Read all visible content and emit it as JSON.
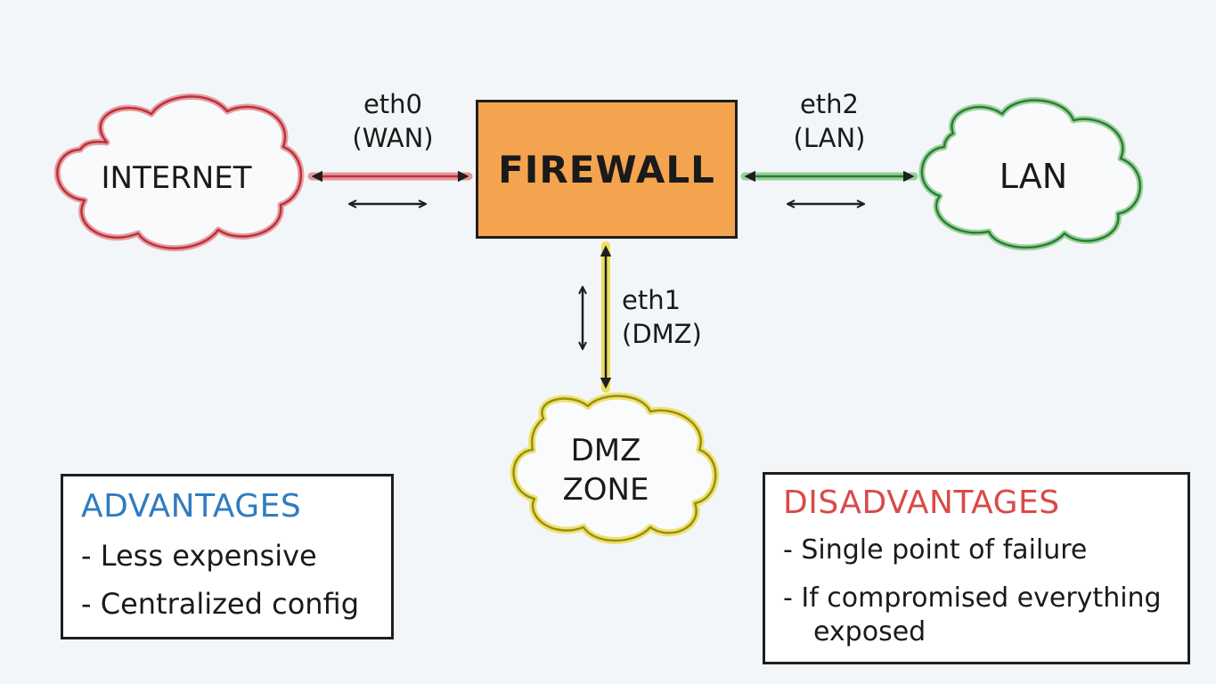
{
  "nodes": {
    "internet": "INTERNET",
    "firewall": "FIREWALL",
    "lan": "LAN",
    "dmz_line1": "DMZ",
    "dmz_line2": "ZONE"
  },
  "interfaces": {
    "wan": {
      "name": "eth0",
      "role": "(WAN)"
    },
    "lan": {
      "name": "eth2",
      "role": "(LAN)"
    },
    "dmz": {
      "name": "eth1",
      "role": "(DMZ)"
    }
  },
  "advantages": {
    "title": "ADVANTAGES",
    "items": [
      "- Less expensive",
      "- Centralized config"
    ]
  },
  "disadvantages": {
    "title": "DISADVANTAGES",
    "items": [
      "- Single point of failure",
      "- If compromised everything",
      "exposed"
    ]
  },
  "colors": {
    "internet": "#e0585f",
    "lan": "#56b85a",
    "dmz": "#e9d92a",
    "firewall": "#f4a44f",
    "advantages_title": "#2f7cc1",
    "disadvantages_title": "#d94a4a"
  }
}
